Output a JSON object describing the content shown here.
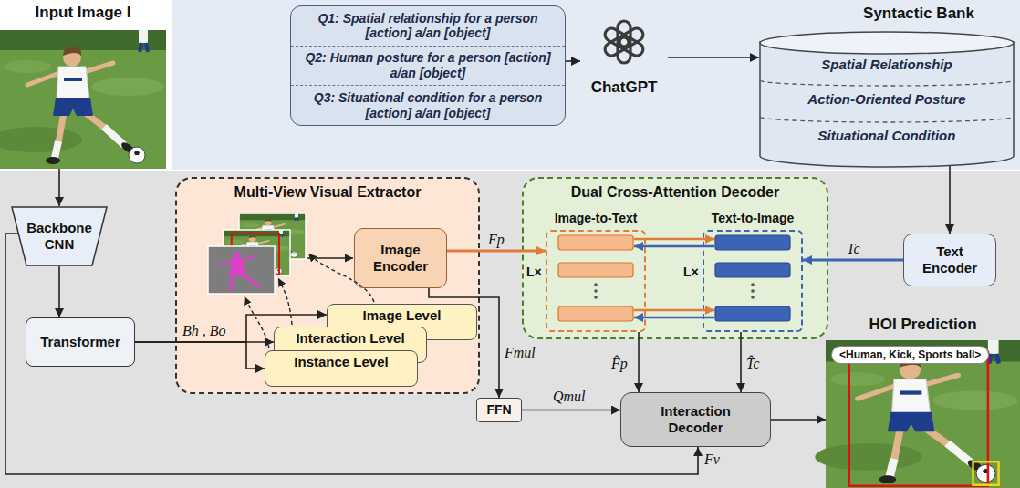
{
  "diagram": {
    "nodes": [
      {
        "text": [
          "Input Image I"
        ]
      },
      {
        "text": [
          "Q1: Spatial relationship for a person [action] a/an [object]",
          "Q2: Human posture for a person [action] a/an [object]",
          "Q3: Situational condition for a person [action] a/an [object]"
        ]
      },
      {
        "text": [
          "ChatGPT"
        ]
      },
      {
        "text": [
          "Syntactic Bank",
          "Spatial Relationship",
          "Action-Oriented Posture",
          "Situational Condition"
        ]
      },
      {
        "text": [
          "Backbone CNN"
        ]
      },
      {
        "text": [
          "Transformer"
        ]
      },
      {
        "text": [
          "Multi-View Visual Extractor"
        ]
      },
      {
        "text": [
          "Image Encoder"
        ],
        "in": 6
      },
      {
        "text": [
          "Image Level"
        ],
        "in": 6
      },
      {
        "text": [
          "Interaction Level"
        ],
        "in": 6
      },
      {
        "text": [
          "Instance Level"
        ],
        "in": 6
      },
      {
        "text": [
          "Dual Cross-Attention Decoder"
        ]
      },
      {
        "text": [
          "Image-to-Text",
          "L×"
        ],
        "in": 11
      },
      {
        "text": [
          "Text-to-Image",
          "L×"
        ],
        "in": 11
      },
      {
        "text": [
          "Text Encoder"
        ]
      },
      {
        "text": [
          "FFN"
        ]
      },
      {
        "text": [
          "Interaction Decoder"
        ]
      },
      {
        "text": [
          "HOI Prediction",
          "<Human, Kick, Sports ball>"
        ]
      }
    ],
    "edges": [
      {
        "from": 0,
        "to": 4,
        "arrow": "to"
      },
      {
        "from": 1,
        "to": 2,
        "arrow": "to"
      },
      {
        "from": 2,
        "to": 3,
        "arrow": "to"
      },
      {
        "from": 3,
        "to": 14,
        "arrow": "to"
      },
      {
        "from": 4,
        "to": 5,
        "arrow": "to"
      },
      {
        "from": 5,
        "to": 8,
        "arrow": "to"
      },
      {
        "from": 5,
        "to": 9,
        "arrow": "to",
        "label": "Bh , Bo"
      },
      {
        "from": 5,
        "to": 10,
        "arrow": "to"
      },
      {
        "from": 7,
        "to": 12,
        "arrow": "to",
        "label": "Fp"
      },
      {
        "from": 7,
        "to": 15,
        "arrow": "to",
        "label": "Fmul"
      },
      {
        "from": 14,
        "to": 13,
        "arrow": "to",
        "label": "Tc"
      },
      {
        "from": 12,
        "to": 16,
        "arrow": "to",
        "label": "F̂p"
      },
      {
        "from": 13,
        "to": 16,
        "arrow": "to",
        "label": "T̂c"
      },
      {
        "from": 15,
        "to": 16,
        "arrow": "to",
        "label": "Qmul"
      },
      {
        "from": 4,
        "to": 16,
        "arrow": "to",
        "label": "Fv"
      },
      {
        "from": 16,
        "to": 17,
        "arrow": "to"
      }
    ]
  }
}
